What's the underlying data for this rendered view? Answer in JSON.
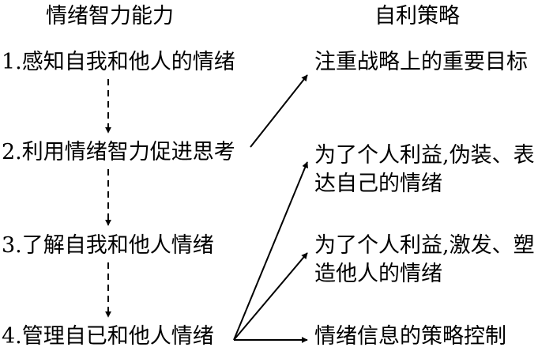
{
  "headers": {
    "left": "情绪智力能力",
    "right": "自利策略"
  },
  "abilities": [
    "1.感知自我和他人的情绪",
    "2.利用情绪智力促进思考",
    "3.了解自我和他人情绪",
    "4.管理自已和他人情绪"
  ],
  "strategies": [
    {
      "line1": "注重战略上的重要目标",
      "line2": ""
    },
    {
      "line1": "为了个人利益,伪装、表",
      "line2": "达自己的情绪"
    },
    {
      "line1": "为了个人利益,激发、塑",
      "line2": "造他人的情绪"
    },
    {
      "line1": "情绪信息的策略控制",
      "line2": ""
    }
  ],
  "colors": {
    "line": "#000000",
    "text": "#000000",
    "background": "#ffffff"
  }
}
